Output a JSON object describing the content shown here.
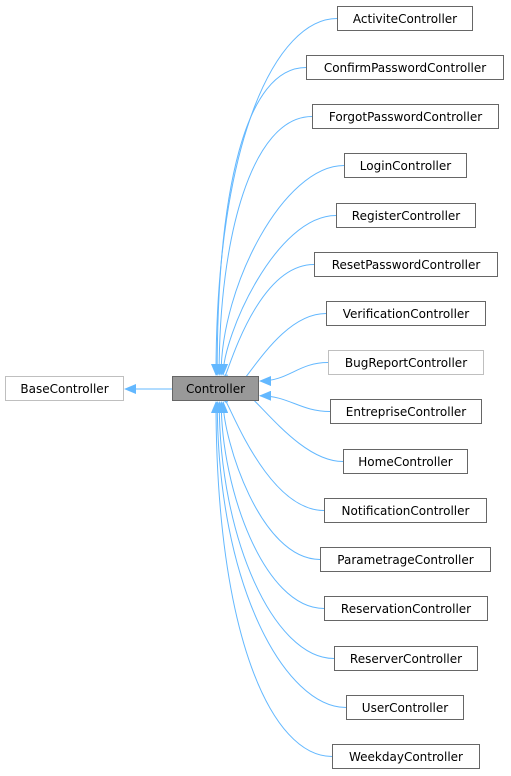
{
  "base": {
    "label": "BaseController"
  },
  "center": {
    "label": "Controller"
  },
  "children": [
    {
      "label": "ActiviteController"
    },
    {
      "label": "ConfirmPasswordController"
    },
    {
      "label": "ForgotPasswordController"
    },
    {
      "label": "LoginController"
    },
    {
      "label": "RegisterController"
    },
    {
      "label": "ResetPasswordController"
    },
    {
      "label": "VerificationController"
    },
    {
      "label": "BugReportController",
      "undocumented": true
    },
    {
      "label": "EntrepriseController"
    },
    {
      "label": "HomeController"
    },
    {
      "label": "NotificationController"
    },
    {
      "label": "ParametrageController"
    },
    {
      "label": "ReservationController"
    },
    {
      "label": "ReserverController"
    },
    {
      "label": "UserController"
    },
    {
      "label": "WeekdayController"
    }
  ],
  "colors": {
    "edge": "#63b8ff",
    "center_fill": "#999999",
    "node_border": "#666666",
    "light_border": "#bfbfbf"
  }
}
